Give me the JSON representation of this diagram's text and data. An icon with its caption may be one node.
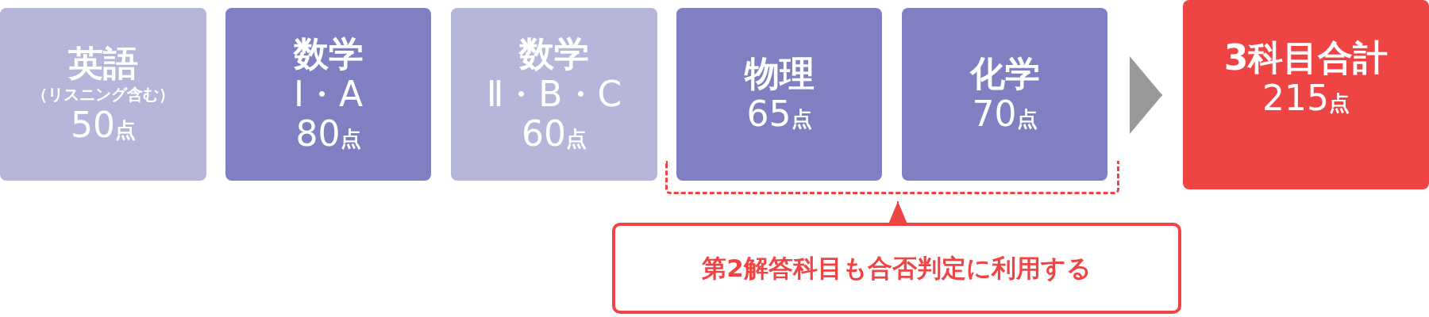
{
  "diagram": {
    "nodes": [
      {
        "text": [
          "英語",
          "（リスニング含む）",
          "50点"
        ]
      },
      {
        "text": [
          "数学",
          "Ⅰ・A",
          "80点"
        ]
      },
      {
        "text": [
          "数学",
          "Ⅱ・B・C",
          "60点"
        ]
      },
      {
        "text": [
          "物理",
          "65点"
        ]
      },
      {
        "text": [
          "化学",
          "70点"
        ]
      },
      {
        "text": [
          "3科目合計",
          "215点"
        ]
      },
      {
        "text": [
          "第2解答科目も合否判定に利用する"
        ]
      },
      {
        "text": [],
        "shape": "bracket"
      }
    ],
    "edges": [
      {
        "from": 4,
        "to": 5,
        "arrow": "to",
        "color": "#999999"
      },
      {
        "from": 6,
        "to": 7,
        "arrow": "to",
        "color": "#ef4444"
      }
    ]
  }
}
